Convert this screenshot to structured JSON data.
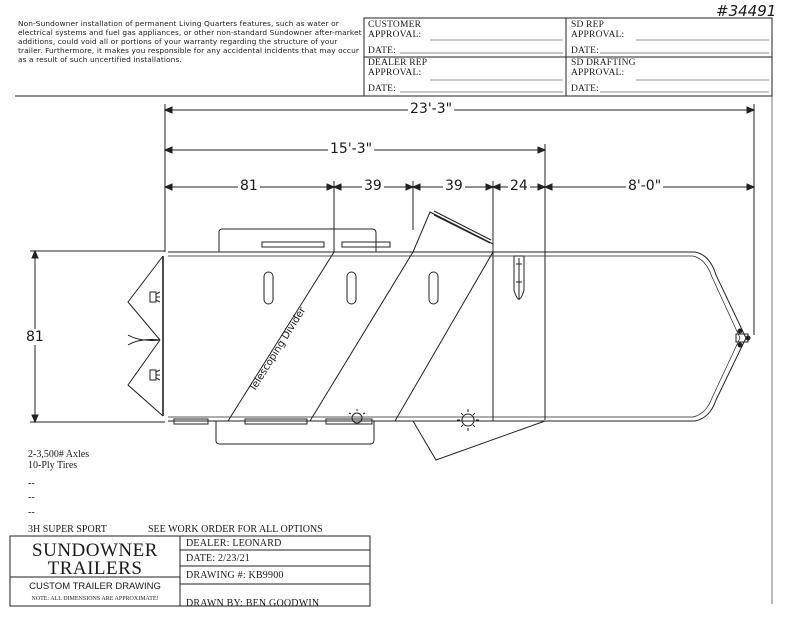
{
  "handwritten_number": "#34491",
  "disclaimer": "Non-Sundowner installation of permanent Living Quarters features, such as water or electrical systems and fuel gas appliances, or other non-standard Sundowner after-market additions, could void all or portions of your warranty regarding the structure of your trailer. Furthermore, it makes you responsible for any accidental incidents that may occur as a result of such uncertified installations.",
  "approvals": {
    "customer": "CUSTOMER",
    "sd_rep": "SD REP",
    "approval": "APPROVAL:",
    "date": "DATE:",
    "dealer_rep": "DEALER REP",
    "sd_drafting": "SD DRAFTING"
  },
  "dimensions": {
    "overall": "23'-3\"",
    "horse_area": "15'-3\"",
    "d1": "81",
    "d2": "39",
    "d3": "39",
    "d4": "24",
    "d5": "8'-0\"",
    "width": "81"
  },
  "divider_label": "Telescoping Divider",
  "notes": [
    "2-3,500# Axles",
    "10-Ply Tires",
    "--",
    "--",
    "--"
  ],
  "model": "3H SUPER SPORT",
  "work_order": "SEE WORK ORDER FOR ALL OPTIONS",
  "title_block": {
    "company_line1": "SUNDOWNER",
    "company_line2": "TRAILERS",
    "drawing_type": "CUSTOM TRAILER DRAWING",
    "note": "NOTE: ALL DIMENSIONS ARE APPROXIMATE!",
    "dealer": "DEALER: LEONARD",
    "date": "DATE: 2/23/21",
    "drawing": "DRAWING #: KB9900",
    "drawn_by": "DRAWN BY: BEN GOODWIN"
  }
}
